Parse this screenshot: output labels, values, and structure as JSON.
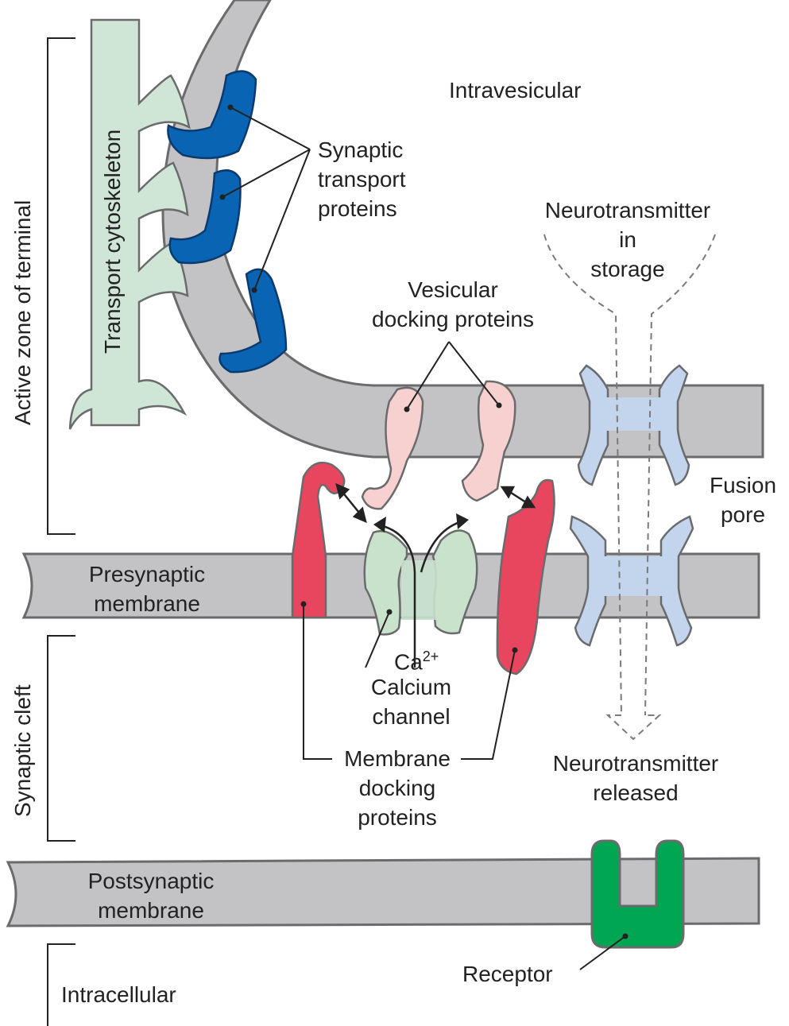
{
  "labels": {
    "intravesicular": "Intravesicular",
    "synaptic_transport_proteins": [
      "Synaptic",
      "transport",
      "proteins"
    ],
    "neurotransmitter_storage": [
      "Neurotransmitter",
      "in",
      "storage"
    ],
    "vesicular_docking_proteins": [
      "Vesicular",
      "docking proteins"
    ],
    "fusion_pore": [
      "Fusion",
      "pore"
    ],
    "presynaptic_membrane": [
      "Presynaptic",
      "membrane"
    ],
    "ca_symbol": "Ca",
    "ca_charge": "2+",
    "calcium_channel": [
      "Calcium",
      "channel"
    ],
    "membrane_docking_proteins": [
      "Membrane",
      "docking",
      "proteins"
    ],
    "neurotransmitter_released": [
      "Neurotransmitter",
      "released"
    ],
    "postsynaptic_membrane": [
      "Postsynaptic",
      "membrane"
    ],
    "receptor": "Receptor",
    "intracellular": "Intracellular",
    "transport_cytoskeleton": "Transport cytoskeleton",
    "active_zone": "Active zone of terminal",
    "synaptic_cleft": "Synaptic cleft"
  },
  "colors": {
    "membrane": "#c3c3c5",
    "membrane_outline": "#6b6b6d",
    "transport_protein": "#0a64b4",
    "cytoskeleton": "#cfe6d7",
    "vesicular_docking": "#f7d1cf",
    "membrane_docking": "#e8455e",
    "calcium_channel": "#c8e2cc",
    "fusion_pore": "#c3d5ed",
    "receptor": "#00a651"
  }
}
